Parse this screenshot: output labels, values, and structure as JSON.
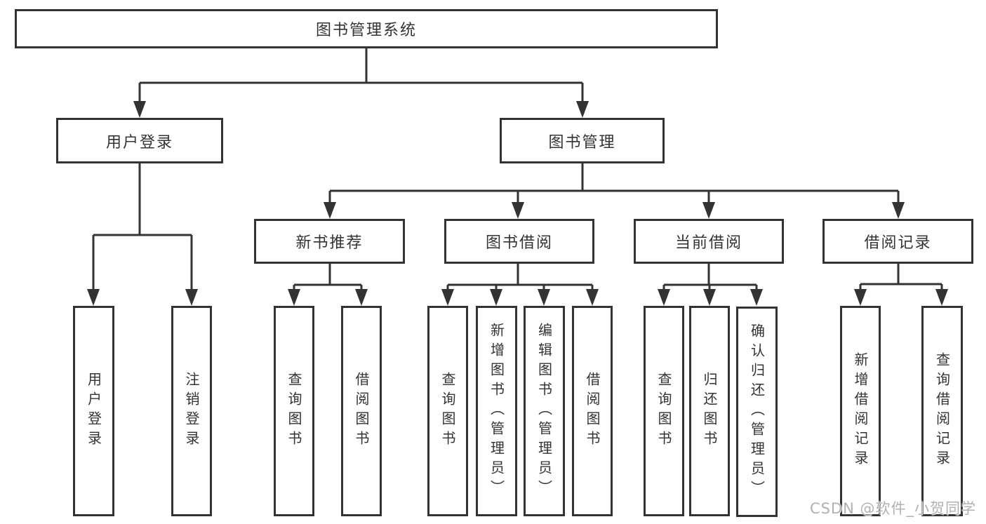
{
  "colors": {
    "line": "#333333",
    "text": "#333333",
    "watermark": "#b1b1b1",
    "bg": "#ffffff"
  },
  "watermark": {
    "text": "CSDN @软件_小贺同学"
  },
  "tree": {
    "root": {
      "label": "图书管理系统"
    },
    "branches": [
      {
        "label": "用户登录",
        "children": [
          {
            "label": "用户登录"
          },
          {
            "label": "注销登录"
          }
        ]
      },
      {
        "label": "图书管理",
        "children": [
          {
            "label": "新书推荐",
            "children": [
              {
                "label": "查询图书"
              },
              {
                "label": "借阅图书"
              }
            ]
          },
          {
            "label": "图书借阅",
            "children": [
              {
                "label": "查询图书"
              },
              {
                "label": "新增图书（管理员）"
              },
              {
                "label": "编辑图书（管理员）"
              },
              {
                "label": "借阅图书"
              }
            ]
          },
          {
            "label": "当前借阅",
            "children": [
              {
                "label": "查询图书"
              },
              {
                "label": "归还图书"
              },
              {
                "label": "确认归还（管理员）"
              }
            ]
          },
          {
            "label": "借阅记录",
            "children": [
              {
                "label": "新增借阅记录"
              },
              {
                "label": "查询借阅记录"
              }
            ]
          }
        ]
      }
    ]
  }
}
